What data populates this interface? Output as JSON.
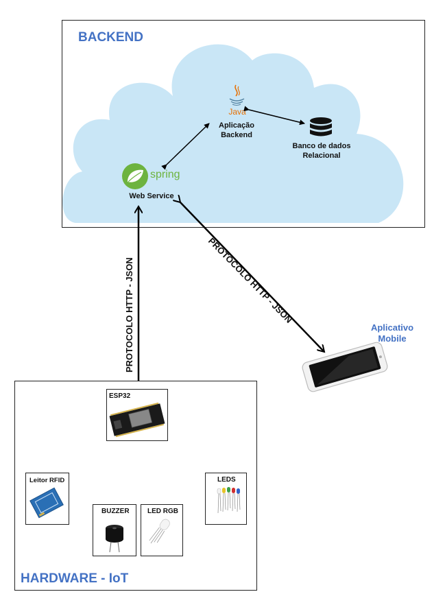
{
  "backend": {
    "title": "BACKEND",
    "java_logo_text": "Java",
    "app_label": [
      "Aplicação",
      "Backend"
    ],
    "db_label": [
      "Banco de dados",
      "Relacional"
    ],
    "spring_logo_text": "spring",
    "web_service_label": "Web Service"
  },
  "protocols": {
    "vertical": "PROTOCOLO HTTP - JSON",
    "diagonal": "PROTOCOLO HTTP - JSON"
  },
  "mobile": {
    "label": [
      "Aplicativo",
      "Mobile"
    ]
  },
  "hardware": {
    "title": "HARDWARE - IoT",
    "esp32_label": "ESP32",
    "rfid_label": "Leitor RFID",
    "buzzer_label": "BUZZER",
    "ledrgb_label": "LED RGB",
    "leds_label": "LEDS"
  },
  "colors": {
    "accent": "#4472c4",
    "cloud": "#c9e6f6",
    "spring_green": "#6db33f",
    "java_red": "#e76f00"
  }
}
